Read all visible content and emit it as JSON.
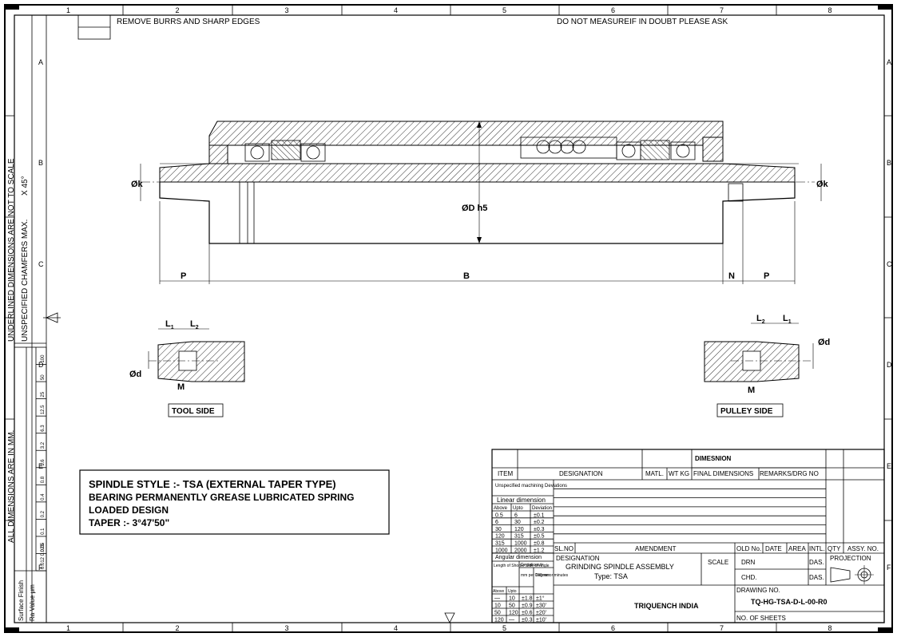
{
  "columns": [
    "1",
    "2",
    "3",
    "4",
    "5",
    "6",
    "7",
    "8"
  ],
  "rows": [
    "A",
    "B",
    "C",
    "D",
    "E",
    "F"
  ],
  "notes": {
    "remove_burrs": "REMOVE BURRS AND SHARP EDGES",
    "do_not_measure": "DO NOT MEASUREIF IN DOUBT PLEASE ASK",
    "not_to_scale": "UNDERLINED DIMENSIONS ARE NOT TO SCALE",
    "chamfers": "UNSPECIFIED CHAMFERS MAX.",
    "chamfer_value": "X 45°",
    "all_dimensions": "ALL DIMENSIONS ARE IN MM."
  },
  "surface_finish": {
    "label": "Surface Finish",
    "ra_label": "Ra Value μm",
    "values": [
      "0.012  0.025",
      "0.05",
      "0.1",
      "0.2",
      "0.4",
      "0.8",
      "1.6",
      "3.2",
      "6.3",
      "12.5",
      "25",
      "50",
      "100"
    ]
  },
  "dimensions": {
    "dk_left": "Øk",
    "dk_right": "Øk",
    "dD": "ØD h5",
    "P_left": "P",
    "B": "B",
    "N": "N",
    "P_right": "P",
    "L1": "L",
    "L1_sub": "1",
    "L2": "L",
    "L2_sub": "2",
    "dd": "Ød",
    "M": "M"
  },
  "views": {
    "tool_side": "TOOL SIDE",
    "pulley_side": "PULLEY SIDE"
  },
  "spec_box": {
    "line1": "SPINDLE STYLE  :- TSA (EXTERNAL TAPER TYPE)",
    "line2": "BEARING PERMANENTLY GREASE LUBRICATED SPRING",
    "line3": "LOADED DESIGN",
    "line4": "TAPER :-  3°47'50\""
  },
  "title_block": {
    "dimesnion": "DIMESNION",
    "item": "ITEM",
    "designation": "DESIGNATION",
    "matl": "MATL.",
    "wt_kg": "WT KG",
    "final_dimensions": "FINAL DIMENSIONS",
    "remarks": "REMARKS/DRG NO",
    "unspecified_title": "Unspecified machining Deviations",
    "linear_dimension": "Linear dimension",
    "linear_headers": [
      "Above",
      "Upto",
      "Deviation"
    ],
    "linear_rows": [
      [
        "0.5",
        "6",
        "±0.1"
      ],
      [
        "6",
        "30",
        "±0.2"
      ],
      [
        "30",
        "120",
        "±0.3"
      ],
      [
        "120",
        "315",
        "±0.5"
      ],
      [
        "315",
        "1000",
        "±0.8"
      ],
      [
        "1000",
        "2000",
        "±1.2"
      ]
    ],
    "angular_dimension": "Angular dimension",
    "angular_col1": "Length of Shorter Side of Angle",
    "angular_col2": "Deviations in",
    "angular_col3a": "mm per 100 mm",
    "angular_col3b": "Degree or minutes",
    "angular_headers": [
      "Above",
      "Upto"
    ],
    "angular_rows": [
      [
        "—",
        "10",
        "±1.8",
        "±1°"
      ],
      [
        "10",
        "50",
        "±0.9",
        "±30'"
      ],
      [
        "50",
        "120",
        "±0.6",
        "±20'"
      ],
      [
        "120",
        "—",
        "±0.3",
        "±10'"
      ]
    ],
    "sl_no": "SL.NO",
    "amendment": "AMENDMENT",
    "old_no": "OLD No.",
    "date": "DATE",
    "area": "AREA",
    "intl": "INTL.",
    "qty": "QTY",
    "assy_no": "ASSY. NO.",
    "designation_label": "DESIGNATION",
    "designation_value": "GRINDING SPINDLE ASSEMBLY",
    "type_value": "Type:  TSA",
    "scale": "SCALE",
    "drn": "DRN",
    "chd": "CHD.",
    "das1": "DAS.",
    "das2": "DAS.",
    "projection": "PROJECTION",
    "company": "TRIQUENCH INDIA",
    "drawing_no_label": "DRAWING NO.",
    "drawing_no": "TQ-HG-TSA-D-L-00-R0",
    "no_of_sheets": "NO. OF SHEETS"
  }
}
